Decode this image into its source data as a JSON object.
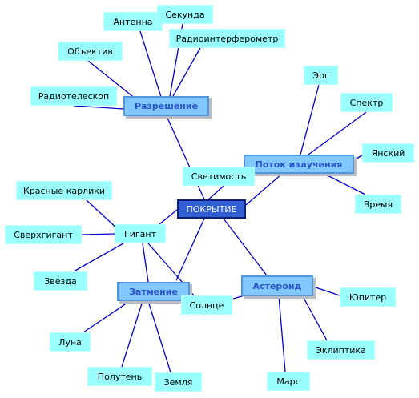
{
  "colors": {
    "edge": "#0000cc",
    "leaf": "#99ffff",
    "hub": "#80c8ff",
    "root": "#2f5fd2"
  },
  "nodes": {
    "root": "ПОКРЫТИЕ",
    "razreshenie": "Разрешение",
    "potok": "Поток излучения",
    "zatmenie": "Затмение",
    "asteroid": "Астероид",
    "gigant": "Гигант",
    "antenna": "Антенна",
    "sekunda": "Секунда",
    "radiointerferometr": "Радиоинтерферометр",
    "obektiv": "Объектив",
    "radioteleskop": "Радиотелескоп",
    "erg": "Эрг",
    "spektr": "Спектр",
    "yanskiy": "Янский",
    "vremya": "Время",
    "svetimost": "Светимость",
    "krasnye_karliki": "Красные карлики",
    "sverkhgigant": "Сверхгигант",
    "zvezda": "Звезда",
    "solntse": "Солнце",
    "yupiter": "Юпитер",
    "ekliptika": "Эклиптика",
    "mars": "Марс",
    "luna": "Луна",
    "polutin": "Полутень",
    "zemlya": "Земля"
  }
}
